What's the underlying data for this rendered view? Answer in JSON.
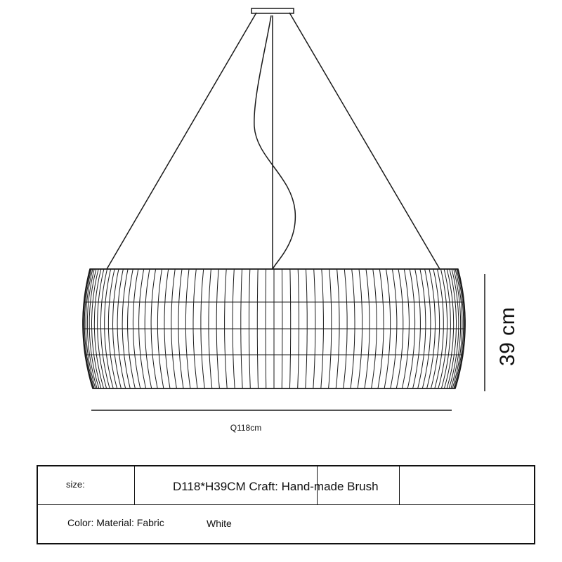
{
  "dimensions": {
    "height_label": "39 cm",
    "diameter_label": "Q118cm"
  },
  "spec_table": {
    "size_label": "size:",
    "size_value": "D118*H39CM Craft: Hand-made Brush",
    "color_label": "Color: Material: Fabric",
    "color_value": "White"
  },
  "drawing": {
    "line_color": "#1a1a1a",
    "shade_rib_count": 72
  }
}
